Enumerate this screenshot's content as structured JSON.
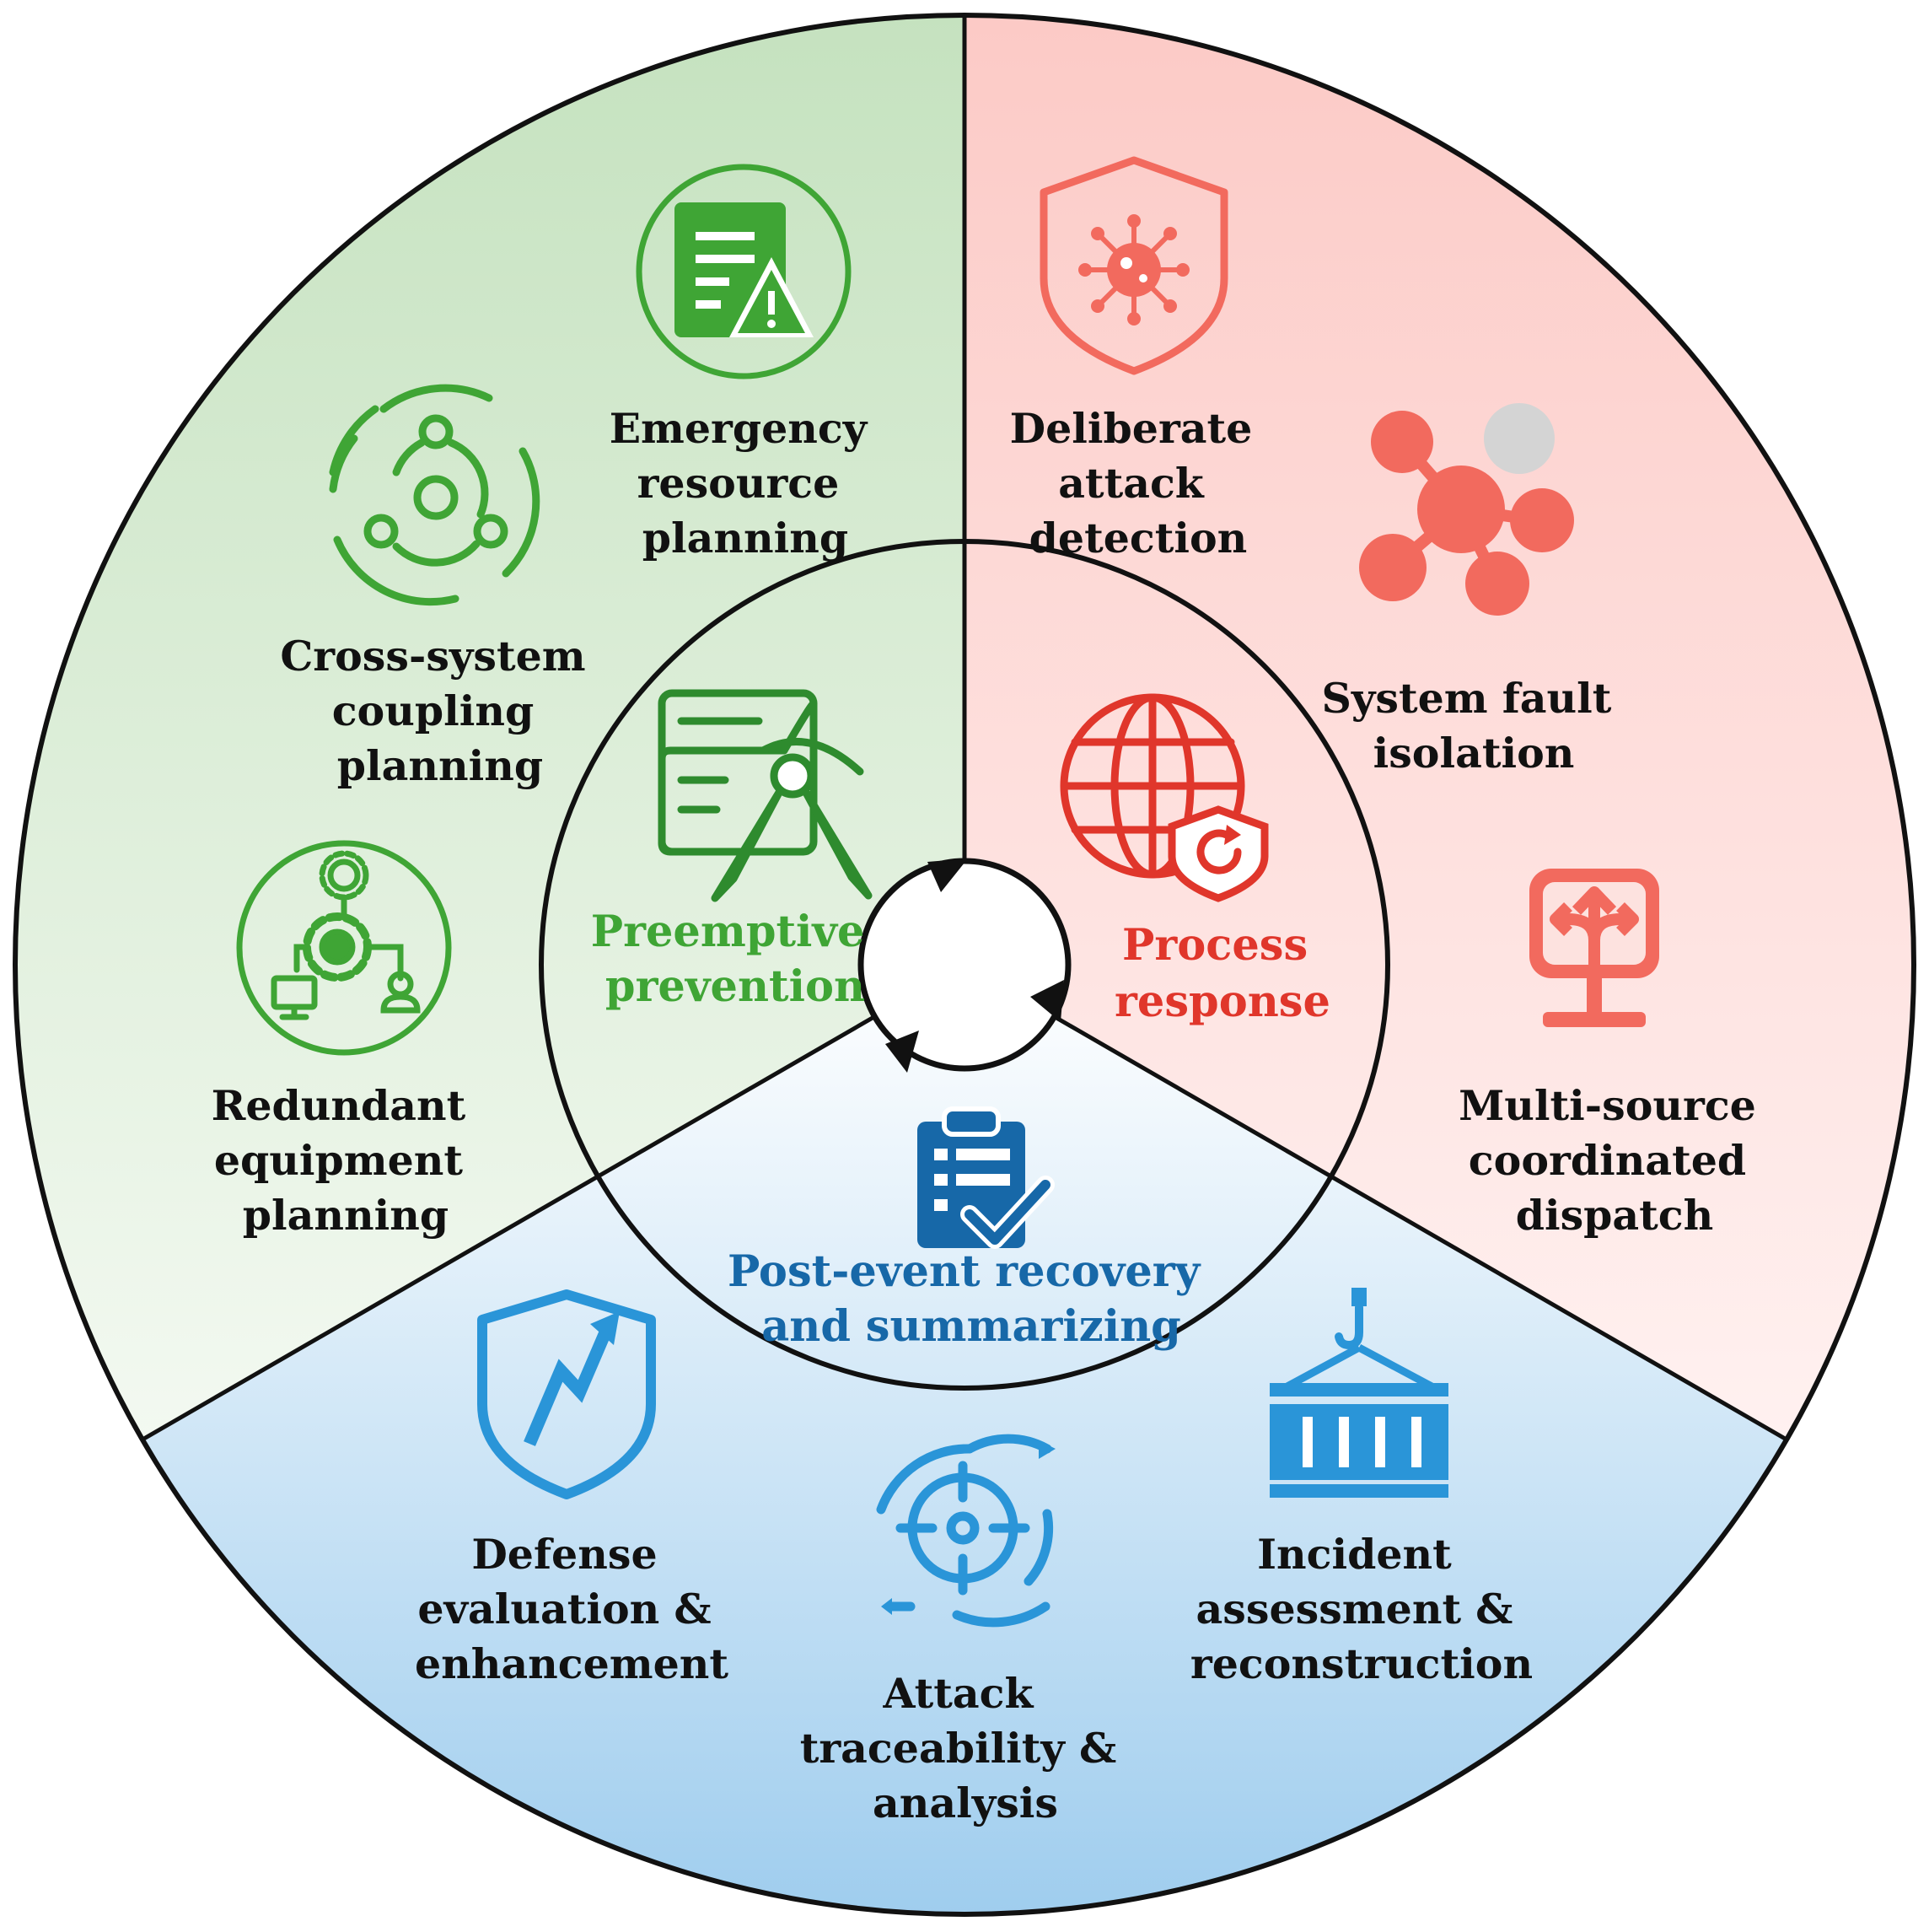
{
  "colors": {
    "prevention": "#3fa535",
    "prevention_dark": "#2e8b2e",
    "response": "#f26a5e",
    "response_dark": "#e0362b",
    "recovery": "#2a95d8",
    "recovery_dark": "#1768a8",
    "outline": "#111111"
  },
  "center": {
    "prevention": {
      "lines": [
        "Preemptive",
        "prevention"
      ],
      "icon": "drafting-compass-document-icon"
    },
    "response": {
      "lines": [
        "Process",
        "response"
      ],
      "icon": "globe-shield-icon"
    },
    "recovery": {
      "lines": [
        "Post-event recovery",
        "and summarizing"
      ],
      "icon": "clipboard-check-icon"
    }
  },
  "prevention_items": [
    {
      "lines": [
        "Emergency",
        "resource",
        "planning"
      ],
      "icon": "document-warning-icon"
    },
    {
      "lines": [
        "Cross-system",
        "coupling",
        "planning"
      ],
      "icon": "coupling-cycle-icon"
    },
    {
      "lines": [
        "Redundant",
        "equipment",
        "planning"
      ],
      "icon": "gear-network-icon"
    }
  ],
  "response_items": [
    {
      "lines": [
        "Deliberate",
        "attack",
        "detection"
      ],
      "icon": "shield-virus-icon"
    },
    {
      "lines": [
        "System fault",
        "isolation"
      ],
      "icon": "node-isolation-icon"
    },
    {
      "lines": [
        "Multi-source",
        "coordinated",
        "dispatch"
      ],
      "icon": "dispatch-arrows-monitor-icon"
    }
  ],
  "recovery_items": [
    {
      "lines": [
        "Defense",
        "evaluation &",
        "enhancement"
      ],
      "icon": "shield-growth-icon"
    },
    {
      "lines": [
        "Attack",
        "traceability &",
        "analysis"
      ],
      "icon": "target-cycle-icon"
    },
    {
      "lines": [
        "Incident",
        "assessment &",
        "reconstruction"
      ],
      "icon": "crane-container-icon"
    }
  ]
}
